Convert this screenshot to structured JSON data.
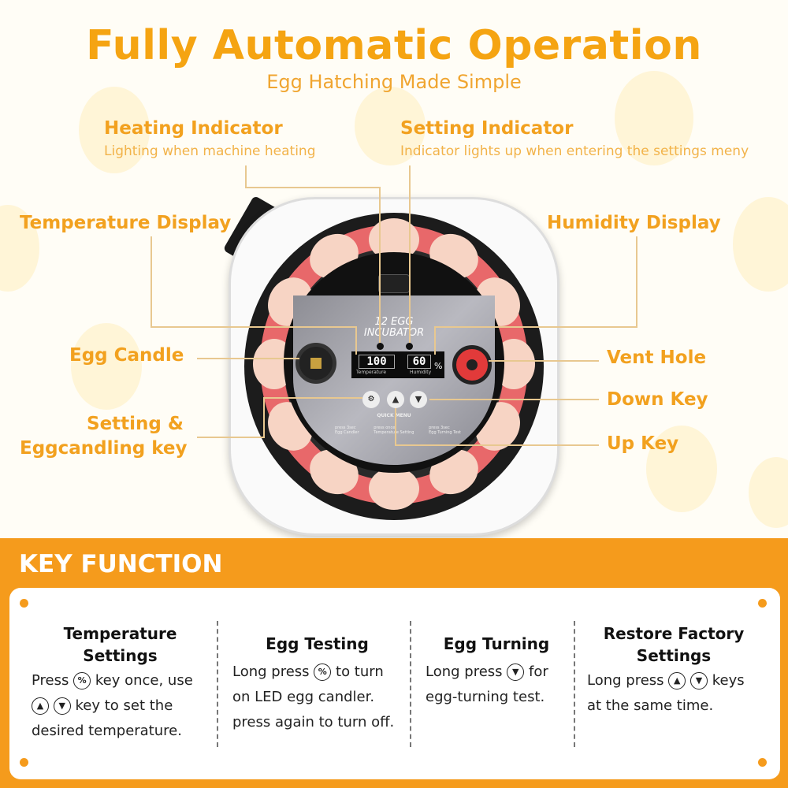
{
  "header": {
    "title": "Fully Automatic Operation",
    "subtitle": "Egg Hatching Made Simple"
  },
  "callouts": {
    "heating": {
      "label": "Heating Indicator",
      "desc": "Lighting when machine heating"
    },
    "setting": {
      "label": "Setting Indicator",
      "desc": "Indicator lights up when entering the settings meny"
    },
    "temp_display": "Temperature Display",
    "humidity_display": "Humidity Display",
    "egg_candle": "Egg Candle",
    "vent_hole": "Vent Hole",
    "down_key": "Down Key",
    "setting_key_line1": "Setting &",
    "setting_key_line2": "Eggcandling key",
    "up_key": "Up Key"
  },
  "device": {
    "model_line1": "12 EGG",
    "model_line2": "INCUBATOR",
    "temperature_value": "100",
    "temperature_label": "Temperature",
    "humidity_value": "60",
    "humidity_unit": "%",
    "humidity_label": "Humidity",
    "quick_menu": "QUICK MENU",
    "menu": [
      {
        "hint": "press 3sec",
        "name": "Egg Candler"
      },
      {
        "hint": "press once",
        "name": "Temperature Setting"
      },
      {
        "hint": "press 3sec",
        "name": "Egg Turning Test"
      }
    ]
  },
  "key_function": {
    "title": "KEY FUNCTION",
    "items": [
      {
        "title_line1": "Temperature",
        "title_line2": "Settings",
        "p1a": "Press",
        "p1b": "key once, use",
        "p2": "key to set the",
        "p3": "desired temperature."
      },
      {
        "title": "Egg Testing",
        "p1a": "Long press",
        "p1b": "to turn",
        "p2": "on LED egg candler.",
        "p3": "press again to turn off."
      },
      {
        "title": "Egg Turning",
        "p1a": "Long press",
        "p1b": "for",
        "p2": "egg-turning test."
      },
      {
        "title_line1": "Restore Factory",
        "title_line2": "Settings",
        "p1a": "Long press",
        "p1b": "keys",
        "p2": "at the same time."
      }
    ]
  },
  "colors": {
    "accent": "#f5a412",
    "band": "#f59b1c",
    "ring": "#e8686a"
  }
}
